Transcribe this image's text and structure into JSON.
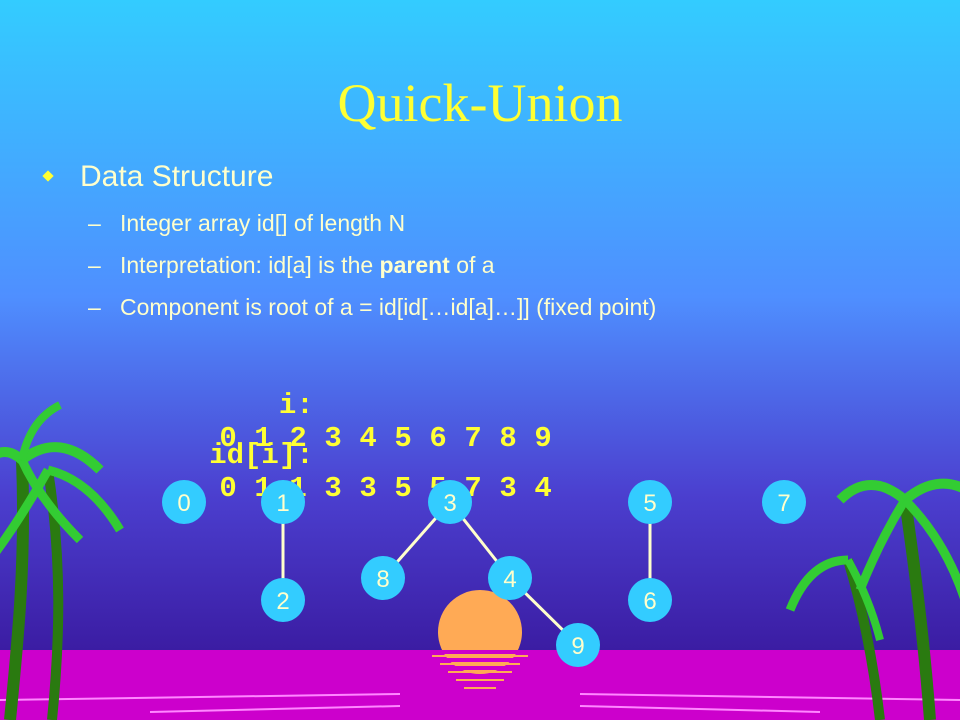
{
  "title": "Quick-Union",
  "bullet": "Data Structure",
  "subitems": {
    "line1": "Integer array id[] of length N",
    "line2_pre": "Interpretation: id[a] is the ",
    "line2_bold": "parent",
    "line2_post": " of a",
    "line3": "Component is root of a = id[id[…id[a]…]] (fixed point)"
  },
  "dash": "–",
  "table": {
    "i_label": "i:",
    "id_label": "id[i]:",
    "i_values": [
      "0",
      "1",
      "2",
      "3",
      "4",
      "5",
      "6",
      "7",
      "8",
      "9"
    ],
    "id_values": [
      "0",
      "1",
      "1",
      "3",
      "3",
      "5",
      "5",
      "7",
      "3",
      "4"
    ]
  },
  "colors": {
    "title": "#ffff33",
    "text": "#ffffcc",
    "node_fill": "#33ccff",
    "edge": "#ffffcc",
    "sun": "#ffaa55",
    "ground": "#cc00cc"
  },
  "tree": {
    "nodes": [
      "0",
      "1",
      "2",
      "3",
      "4",
      "5",
      "6",
      "7",
      "8",
      "9"
    ],
    "edges": [
      [
        "1",
        "2"
      ],
      [
        "3",
        "8"
      ],
      [
        "3",
        "4"
      ],
      [
        "4",
        "9"
      ],
      [
        "5",
        "6"
      ]
    ]
  }
}
